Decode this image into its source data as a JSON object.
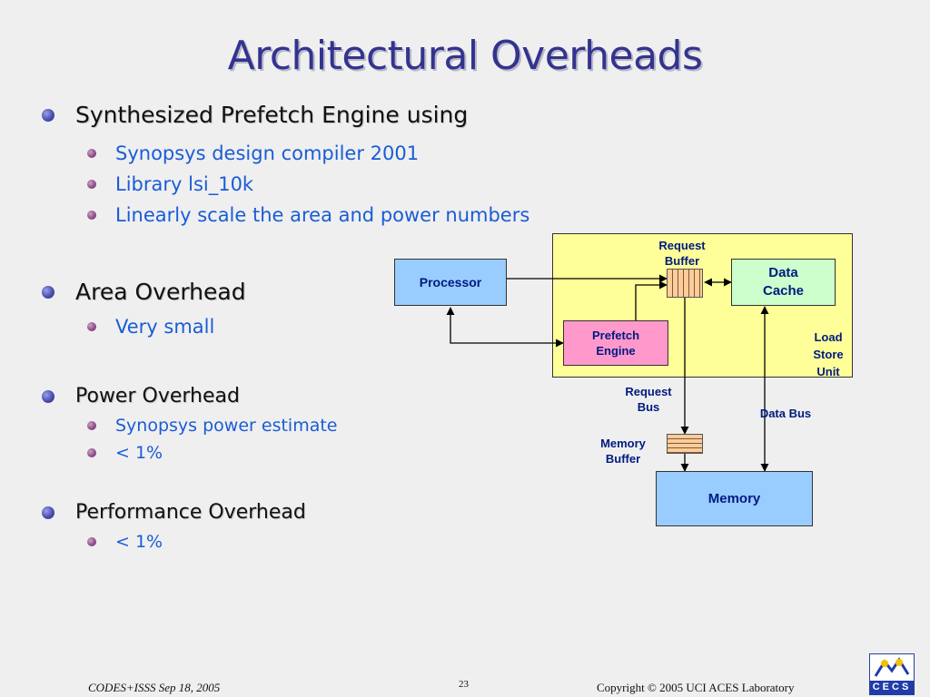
{
  "slide": {
    "title": "Architectural Overheads",
    "bullets": [
      {
        "text": "Synthesized Prefetch Engine using",
        "sub": [
          "Synopsys design compiler 2001",
          "Library lsi_10k",
          "Linearly scale the area and power numbers"
        ]
      },
      {
        "text": "Area Overhead",
        "sub": [
          "Very small"
        ]
      },
      {
        "text": "Power Overhead",
        "sub": [
          "Synopsys power estimate",
          "< 1%"
        ]
      },
      {
        "text": "Performance Overhead",
        "sub": [
          "< 1%"
        ]
      }
    ]
  },
  "diagram": {
    "processor": "Processor",
    "data_cache_line1": "Data",
    "data_cache_line2": "Cache",
    "prefetch_engine_line1": "Prefetch",
    "prefetch_engine_line2": "Engine",
    "request_buffer_line1": "Request",
    "request_buffer_line2": "Buffer",
    "lsu_line1": "Load",
    "lsu_line2": "Store",
    "lsu_line3": "Unit",
    "request_bus_line1": "Request",
    "request_bus_line2": "Bus",
    "data_bus": "Data Bus",
    "memory_buffer_line1": "Memory",
    "memory_buffer_line2": "Buffer",
    "memory": "Memory",
    "colors": {
      "processor_fill": "#99ccff",
      "data_cache_fill": "#ccffcc",
      "prefetch_fill": "#ff99cc",
      "lsu_fill": "#ffff99",
      "buffer_fill": "#ffcc99",
      "memory_fill": "#99ccff"
    }
  },
  "footer": {
    "left": "CODES+ISSS  Sep 18, 2005",
    "page_number": "23",
    "right": "Copyright © 2005  UCI ACES Laboratory",
    "logo_text": "CECS"
  }
}
